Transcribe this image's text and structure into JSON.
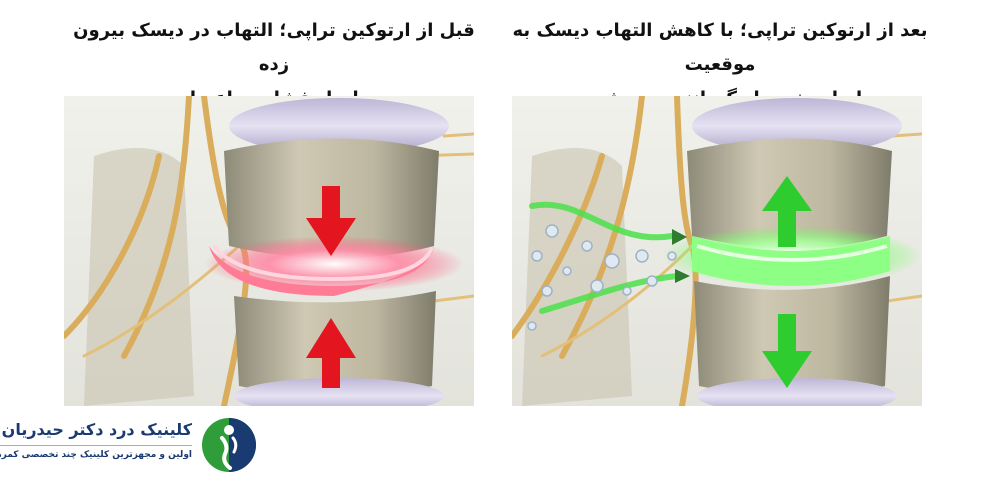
{
  "captions": {
    "before_line1": "قبل از ارتوکین تراپی؛ التهاب در دیسک بیرون زده",
    "before_line2": "و ایجاد فشار بر اعصاب",
    "after_line1": "بعد از ارتوکین تراپی؛ با کاهش التهاب دیسک به موقعیت",
    "after_line2": "اصلی خود باز گرداننده می شود."
  },
  "logo": {
    "name": "کلینیک درد دکتر حیدریان",
    "tagline": "اولین و مجهزترین کلینیک چند تخصصی کمردرد",
    "icon": "spine-person-logo-icon"
  },
  "colors": {
    "inflamed_disc": "#ff6f8f",
    "healed_disc": "#7dff7a",
    "arrow_red": "#e3151e",
    "arrow_green": "#2fcc2f",
    "brand_blue": "#1a3a72",
    "brand_green": "#2f9e3a"
  }
}
